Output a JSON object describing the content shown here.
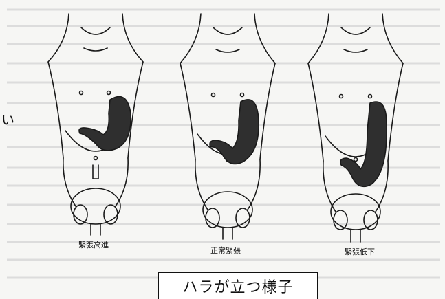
{
  "figure_labels": {
    "left": "緊張高進",
    "middle": "正常緊張",
    "right": "緊張低下"
  },
  "left_char": "い",
  "caption": "ハラが立つ様子",
  "colors": {
    "background": "#f6f6f4",
    "line": "#1a1a1a",
    "stomach": "#2f2f2f",
    "ghost_text": "#d8d8d8"
  }
}
